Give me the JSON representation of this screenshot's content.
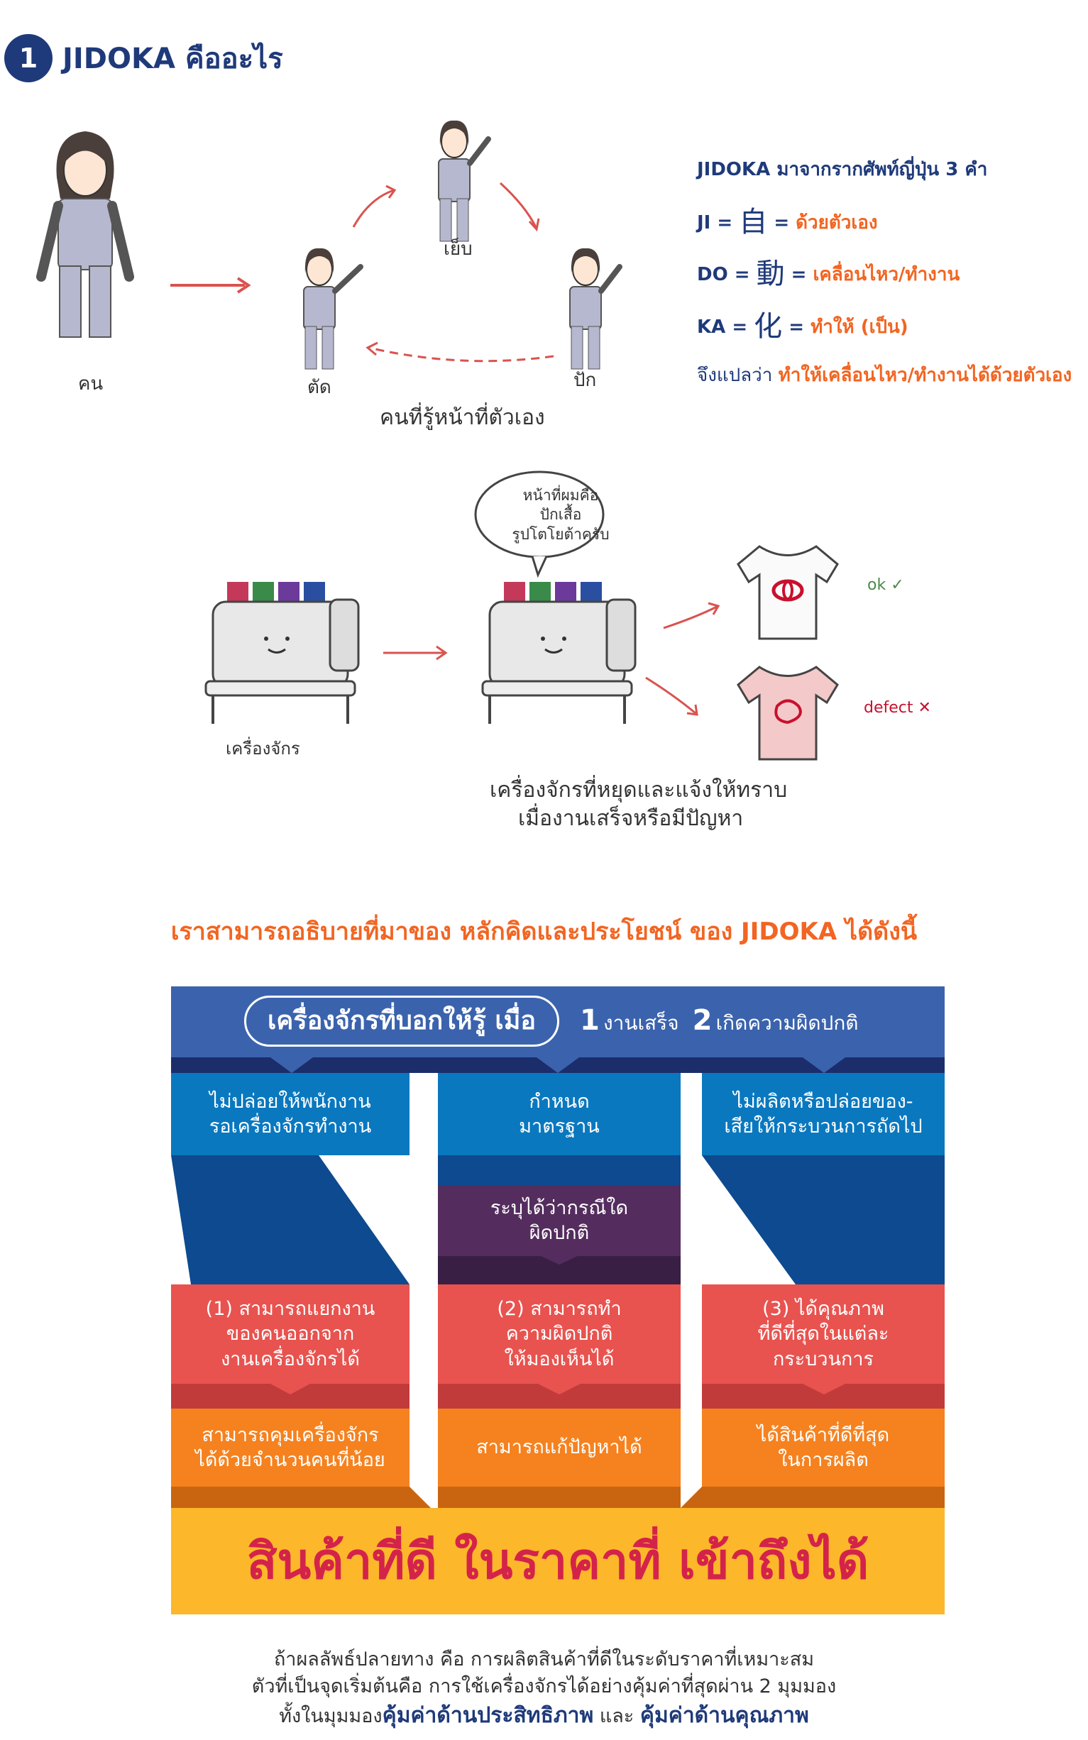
{
  "header": {
    "number": "1",
    "title": "JIDOKA คืออะไร"
  },
  "illustration1": {
    "person_label": "คน",
    "cut_label": "ตัด",
    "fold_label": "เย็บ",
    "embroider_label": "ปัก",
    "caption": "คนที่รู้หน้าที่ตัวเอง"
  },
  "meaning": {
    "intro": "JIDOKA มาจากรากศัพท์ญี่ปุ่น 3 คำ",
    "ji_roman": "JI =",
    "ji_kanji": "自",
    "ji_meaning": "ด้วยตัวเอง",
    "do_roman": "DO =",
    "do_kanji": "動",
    "do_meaning": "เคลื่อนไหว/ทำงาน",
    "ka_roman": "KA =",
    "ka_kanji": "化",
    "ka_meaning": "ทำให้ (เป็น)",
    "eq": "=",
    "conclusion_prefix": "จึงแปลว่า",
    "conclusion_highlight": "ทำให้เคลื่อนไหว/ทำงานได้ด้วยตัวเอง"
  },
  "illustration2": {
    "speech_bubble": "หน้าที่ผมคือ\nปักเสื้อ\nรูปโตโยต้าครับ",
    "machine_label": "เครื่องจักร",
    "ok_label": "ok ✓",
    "defect_label": "defect ✕",
    "caption_line1": "เครื่องจักรที่หยุดและแจ้งให้ทราบ",
    "caption_line2": "เมื่องานเสร็จหรือมีปัญหา"
  },
  "section_heading": "เราสามารถอธิบายที่มาของ หลักคิดและประโยชน์ ของ JIDOKA ได้ดังนี้",
  "diagram": {
    "top_pill": "เครื่องจักรที่บอกให้รู้ เมื่อ",
    "cond1_num": "1",
    "cond1_text": "งานเสร็จ",
    "cond2_num": "2",
    "cond2_text": "เกิดความผิดปกติ",
    "blue_boxes": [
      "ไม่ปล่อยให้พนักงาน\nรอเครื่องจักรทำงาน",
      "กำหนด\nมาตรฐาน",
      "ไม่ผลิตหรือปล่อยของ-\nเสียให้กระบวนการถัดไป"
    ],
    "purple_box": "ระบุได้ว่ากรณีใด\nผิดปกติ",
    "red_boxes": [
      "(1) สามารถแยกงาน\nของคนออกจาก\nงานเครื่องจักรได้",
      "(2) สามารถทำ\nความผิดปกติ\nให้มองเห็นได้",
      "(3) ได้คุณภาพ\nที่ดีที่สุดในแต่ละ\nกระบวนการ"
    ],
    "orange_boxes": [
      "สามารถคุมเครื่องจักร\nได้ด้วยจำนวนคนที่น้อย",
      "สามารถแก้ปัญหาได้",
      "ได้สินค้าที่ดีที่สุด\nในการผลิต"
    ],
    "result": "สินค้าที่ดี ในราคาที่ เข้าถึงได้"
  },
  "bottom": {
    "line1": "ถ้าผลลัพธ์ปลายทาง คือ การผลิตสินค้าที่ดีในระดับราคาที่เหมาะสม",
    "line2": "ตัวที่เป็นจุดเริ่มต้นคือ การใช้เครื่องจักรได้อย่างคุ้มค่าที่สุดผ่าน 2 มุมมอง",
    "line3_prefix": "ทั้งในมุมมอง",
    "line3_bold1": "คุ้มค่าด้านประสิทธิภาพ",
    "line3_and": " และ ",
    "line3_bold2": "คุ้มค่าด้านคุณภาพ"
  },
  "colors": {
    "navy": "#1f3a7a",
    "orange_text": "#f26522",
    "blue_top": "#3b63ad",
    "blue_box": "#0a78bf",
    "purple": "#542d5e",
    "red": "#e8534f",
    "orange": "#f5821f",
    "yellow": "#fcb72a",
    "result_text": "#d4234a"
  }
}
